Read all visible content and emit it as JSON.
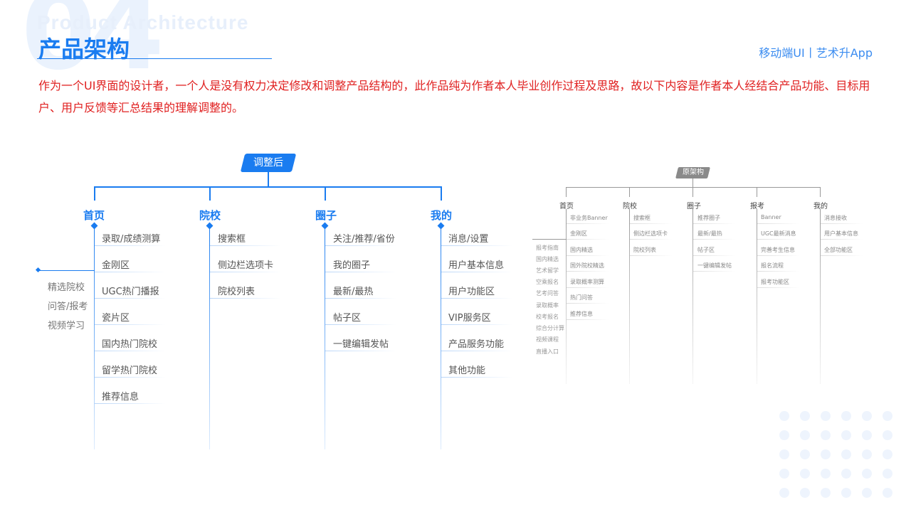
{
  "header": {
    "number": "04",
    "english": "Product Architecture",
    "title": "产品架构",
    "tag": "移动端UI丨艺术升App"
  },
  "intro": "作为一个UI界面的设计者，一个人是没有权力决定修改和调整产品结构的，此作品纯为作者本人毕业创作过程及思路，故以下内容是作者本人经结合产品功能、目标用户、用户反馈等汇总结果的理解调整的。",
  "new_tree": {
    "label": "调整后",
    "columns": [
      {
        "name": "首页",
        "items": [
          "录取/成绩测算",
          "金刚区",
          "UGC热门播报",
          "瓷片区",
          "国内热门院校",
          "留学热门院校",
          "推荐信息"
        ]
      },
      {
        "name": "院校",
        "items": [
          "搜索框",
          "侧边栏选项卡",
          "院校列表"
        ]
      },
      {
        "name": "圈子",
        "items": [
          "关注/推荐/省份",
          "我的圈子",
          "最新/最热",
          "帖子区",
          "一键编辑发帖"
        ]
      },
      {
        "name": "我的",
        "items": [
          "消息/设置",
          "用户基本信息",
          "用户功能区",
          "VIP服务区",
          "产品服务功能",
          "其他功能"
        ]
      }
    ],
    "side_items": [
      "精选院校",
      "问答/报考",
      "视频学习"
    ]
  },
  "old_tree": {
    "label": "原架构",
    "columns": [
      {
        "name": "首页",
        "items": [
          "非业务Banner",
          "金刚区",
          "国内精选",
          "国外院校精选",
          "录取概率测算",
          "热门问答",
          "推荐信息"
        ]
      },
      {
        "name": "院校",
        "items": [
          "搜索框",
          "侧边栏选项卡",
          "院校列表"
        ]
      },
      {
        "name": "圈子",
        "items": [
          "推荐圈子",
          "最新/最热",
          "帖子区",
          "一键编辑发帖"
        ]
      },
      {
        "name": "报考",
        "items": [
          "Banner",
          "UGC最新消息",
          "完善考生信息",
          "报名流程",
          "报考功能区"
        ]
      },
      {
        "name": "我的",
        "items": [
          "消息接收",
          "用户基本信息",
          "全部功能区"
        ]
      }
    ],
    "side_items": [
      "报考指南",
      "国内精选",
      "艺术留学",
      "空乘报名",
      "艺考问答",
      "录取概率",
      "校考报名",
      "综合分计算",
      "视频课程",
      "直播入口"
    ]
  },
  "colors": {
    "accent": "#1a7cf0",
    "intro_text": "#e02020",
    "old_tree": "#8a8a8a"
  }
}
